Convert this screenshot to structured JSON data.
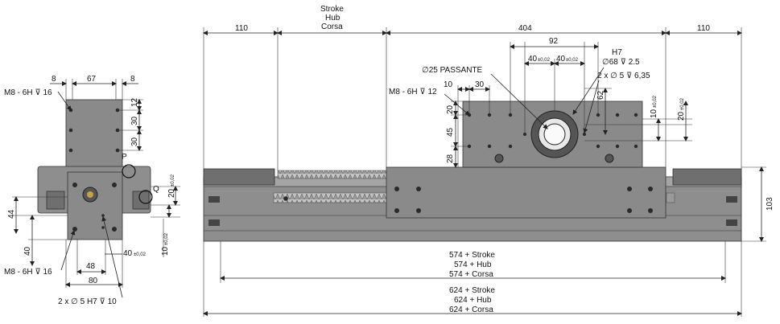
{
  "side_view": {
    "dim_top_left": "8",
    "dim_top_mid": "67",
    "dim_top_right": "8",
    "dim_r_12": "12",
    "dim_r_30a": "30",
    "dim_r_30b": "30",
    "dim_r_20": "20",
    "dim_r_20_tol": "±0,02",
    "dim_r_10": "10",
    "dim_r_10_tol": "±0,02",
    "dim_l_44": "44",
    "dim_l_40": "40",
    "dim_b_48": "48",
    "dim_b_80": "80",
    "dim_b_40": "40",
    "dim_b_40_tol": "±0,02",
    "label_p": "P",
    "label_q": "Q",
    "callout_thread_top": "M8 - 6H ⊽ 16",
    "callout_thread_bottom": "M8 - 6H ⊽ 16",
    "callout_pins": "2 x ∅ 5 H7 ⊽ 10"
  },
  "front_view": {
    "dim_110_left": "110",
    "stroke_line1": "Stroke",
    "stroke_line2": "Hub",
    "stroke_line3": "Corsa",
    "dim_404": "404",
    "dim_110_right": "110",
    "dim_92": "92",
    "dim_40a": "40",
    "dim_40a_tol": "±0,02",
    "dim_40b": "40",
    "dim_40b_tol": "±0,02",
    "h7": "H7",
    "callout_d68": "∅68  ⊽ 2.5",
    "callout_d25": "∅25 PASSANTE",
    "callout_2xd5": "2 x ∅ 5 ⊽ 6,35",
    "callout_m8": "M8 - 6H ⊽ 12",
    "dim_10": "10",
    "dim_30": "30",
    "dim_20": "20",
    "dim_45": "45",
    "dim_28": "28",
    "dim_62": "62",
    "dim_10v": "10",
    "dim_10v_tol": "±0,02",
    "dim_20v": "20",
    "dim_20v_tol": "±0,02",
    "dim_103": "103",
    "len1_line1": "574 + Stroke",
    "len1_line2": "574 + Hub",
    "len1_line3": "574 + Corsa",
    "len2_line1": "624 + Stroke",
    "len2_line2": "624 + Hub",
    "len2_line3": "624 + Corsa"
  }
}
